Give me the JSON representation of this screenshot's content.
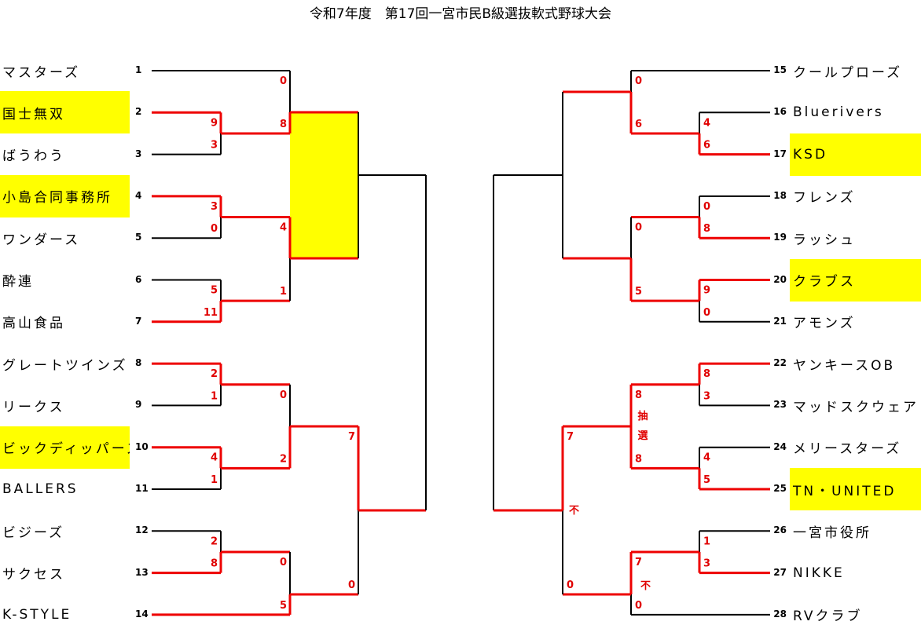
{
  "title": "令和7年度　第17回一宮市民B級選抜軟式野球大会",
  "colors": {
    "winner_line": "#ee0000",
    "line": "#000000",
    "highlight": "#ffff00",
    "score": "#e00000"
  },
  "teams": [
    {
      "seed": "1",
      "name": "マスターズ",
      "highlight": false
    },
    {
      "seed": "2",
      "name": "国士無双",
      "highlight": true
    },
    {
      "seed": "3",
      "name": "ばうわう",
      "highlight": false
    },
    {
      "seed": "4",
      "name": "小島合同事務所",
      "highlight": true
    },
    {
      "seed": "5",
      "name": "ワンダース",
      "highlight": false
    },
    {
      "seed": "6",
      "name": "酔連",
      "highlight": false
    },
    {
      "seed": "7",
      "name": "高山食品",
      "highlight": false
    },
    {
      "seed": "8",
      "name": "グレートツインズ",
      "highlight": false
    },
    {
      "seed": "9",
      "name": "リークス",
      "highlight": false
    },
    {
      "seed": "10",
      "name": "ビックディッパーズ",
      "highlight": true
    },
    {
      "seed": "11",
      "name": "BALLERS",
      "highlight": false
    },
    {
      "seed": "12",
      "name": "ビジーズ",
      "highlight": false
    },
    {
      "seed": "13",
      "name": "サクセス",
      "highlight": false
    },
    {
      "seed": "14",
      "name": "K-STYLE",
      "highlight": false
    },
    {
      "seed": "15",
      "name": "クールプローズ",
      "highlight": false
    },
    {
      "seed": "16",
      "name": "Bluerivers",
      "highlight": false
    },
    {
      "seed": "17",
      "name": "KSD",
      "highlight": true
    },
    {
      "seed": "18",
      "name": "フレンズ",
      "highlight": false
    },
    {
      "seed": "19",
      "name": "ラッシュ",
      "highlight": false
    },
    {
      "seed": "20",
      "name": "クラブス",
      "highlight": true
    },
    {
      "seed": "21",
      "name": "アモンズ",
      "highlight": false
    },
    {
      "seed": "22",
      "name": "ヤンキースOB",
      "highlight": false
    },
    {
      "seed": "23",
      "name": "マッドスクウェア",
      "highlight": false
    },
    {
      "seed": "24",
      "name": "メリースターズ",
      "highlight": false
    },
    {
      "seed": "25",
      "name": "TN・UNITED",
      "highlight": true
    },
    {
      "seed": "26",
      "name": "一宮市役所",
      "highlight": false
    },
    {
      "seed": "27",
      "name": "NIKKE",
      "highlight": false
    },
    {
      "seed": "28",
      "name": "RVクラブ",
      "highlight": false
    }
  ],
  "matches": {
    "L1a": {
      "scores": [
        "9",
        "3"
      ],
      "winner": "top"
    },
    "L1b": {
      "scores": [
        "3",
        "0"
      ],
      "winner": "top"
    },
    "L1c": {
      "scores": [
        "5",
        "11"
      ],
      "winner": "bottom"
    },
    "L1d": {
      "scores": [
        "2",
        "1"
      ],
      "winner": "top"
    },
    "L1e": {
      "scores": [
        "4",
        "1"
      ],
      "winner": "top"
    },
    "L1f": {
      "scores": [
        "2",
        "8"
      ],
      "winner": "bottom"
    },
    "L2a": {
      "scores": [
        "0",
        "8"
      ],
      "winner": "bottom"
    },
    "L2b": {
      "scores": [
        "4",
        "1"
      ],
      "winner": "top"
    },
    "L2c": {
      "scores": [
        "0",
        "2"
      ],
      "winner": "bottom"
    },
    "L2d": {
      "scores": [
        "0",
        "5"
      ],
      "winner": "bottom"
    },
    "L3a": {
      "scores": [
        "",
        ""
      ],
      "winner": null
    },
    "L3b": {
      "scores": [
        "7",
        "0"
      ],
      "winner": "top"
    },
    "R1a": {
      "scores": [
        "4",
        "6"
      ],
      "winner": "bottom"
    },
    "R1b": {
      "scores": [
        "0",
        "8"
      ],
      "winner": "bottom"
    },
    "R1c": {
      "scores": [
        "9",
        "0"
      ],
      "winner": "top"
    },
    "R1d": {
      "scores": [
        "8",
        "3"
      ],
      "winner": "top"
    },
    "R1e": {
      "scores": [
        "4",
        "5"
      ],
      "winner": "bottom"
    },
    "R1f": {
      "scores": [
        "1",
        "3"
      ],
      "winner": "bottom"
    },
    "R2a": {
      "scores": [
        "0",
        "6"
      ],
      "winner": "bottom"
    },
    "R2b": {
      "scores": [
        "0",
        "5"
      ],
      "winner": "bottom"
    },
    "R2c": {
      "scores": [
        "8",
        "8"
      ],
      "winner": "both",
      "note": "抽選"
    },
    "R2d": {
      "scores": [
        "7",
        "0"
      ],
      "winner": "top",
      "note": "不"
    },
    "R3a": {
      "scores": [
        "",
        ""
      ],
      "winner": null
    },
    "R3b": {
      "scores": [
        "7",
        "0"
      ],
      "winner": "top",
      "note": "不"
    },
    "F": {
      "scores": [
        "",
        ""
      ],
      "winner": null
    }
  }
}
